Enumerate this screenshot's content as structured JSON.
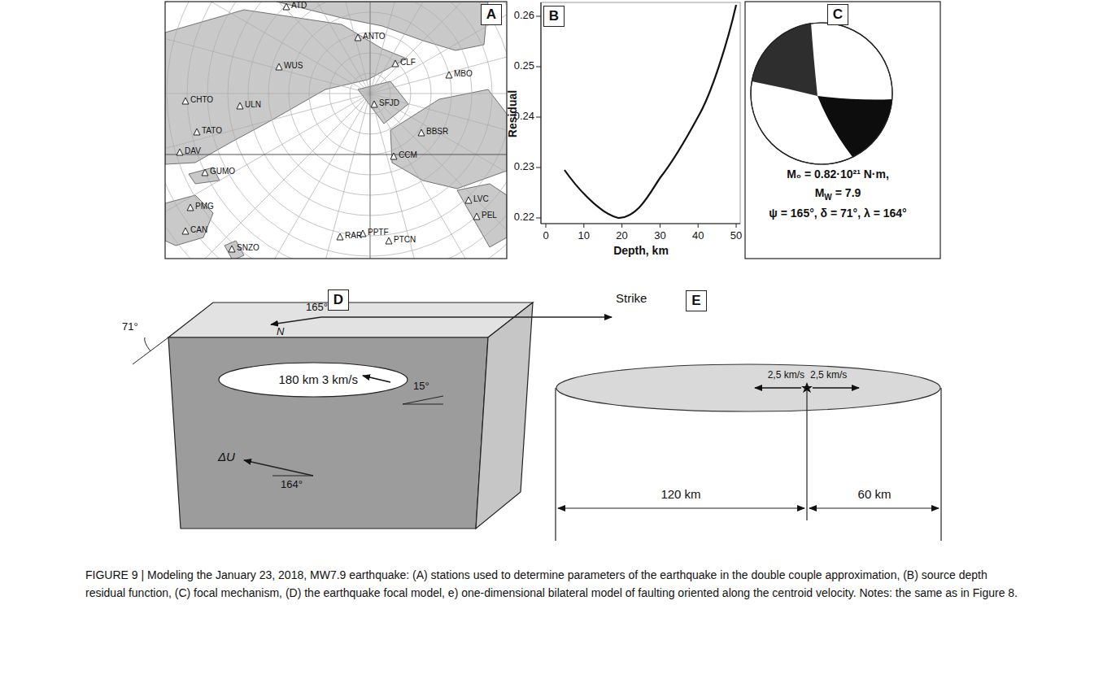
{
  "diagram": {
    "caption": "FIGURE 9 | Modeling the January 23, 2018, MW7.9 earthquake: (A) stations used to determine parameters of the earthquake in the double couple approximation, (B) source depth residual function, (C) focal mechanism, (D) the earthquake focal model, e) one-dimensional bilateral model of faulting oriented along the centroid velocity. Notes: the same as in Figure 8.",
    "nodes": [
      {
        "text": [
          "A"
        ]
      },
      {
        "text": [
          "B"
        ]
      },
      {
        "text": [
          "C"
        ]
      },
      {
        "text": [
          "D"
        ]
      },
      {
        "text": [
          "E"
        ]
      },
      {
        "text": [
          "180 km 3 km/s"
        ]
      },
      {
        "text": [
          "2,5 km/s",
          "2,5 km/s"
        ]
      }
    ],
    "labels": [
      "ATD",
      "ANTO",
      "CLF",
      "MBO",
      "WUS",
      "SFJD",
      "CHTO",
      "ULN",
      "BBSR",
      "TATO",
      "DAV",
      "CCM",
      "GUMO",
      "PMG",
      "LVC",
      "PEL",
      "CAN",
      "RAR",
      "PPTF",
      "PTCN",
      "SNZO",
      "0.26",
      "0.25",
      "0.24",
      "0.23",
      "0.22",
      "Residual",
      "0",
      "10",
      "20",
      "30",
      "40",
      "50",
      "Depth, km",
      "M₀ = 0.82·10²¹ N·m,",
      "M",
      "W",
      "= 7.9",
      "ψ = 165°, δ = 71°, λ = 164°",
      "Strike",
      "N",
      "165°",
      "71°",
      "15°",
      "ΔU",
      "164°",
      "120 km",
      "60 km"
    ]
  }
}
